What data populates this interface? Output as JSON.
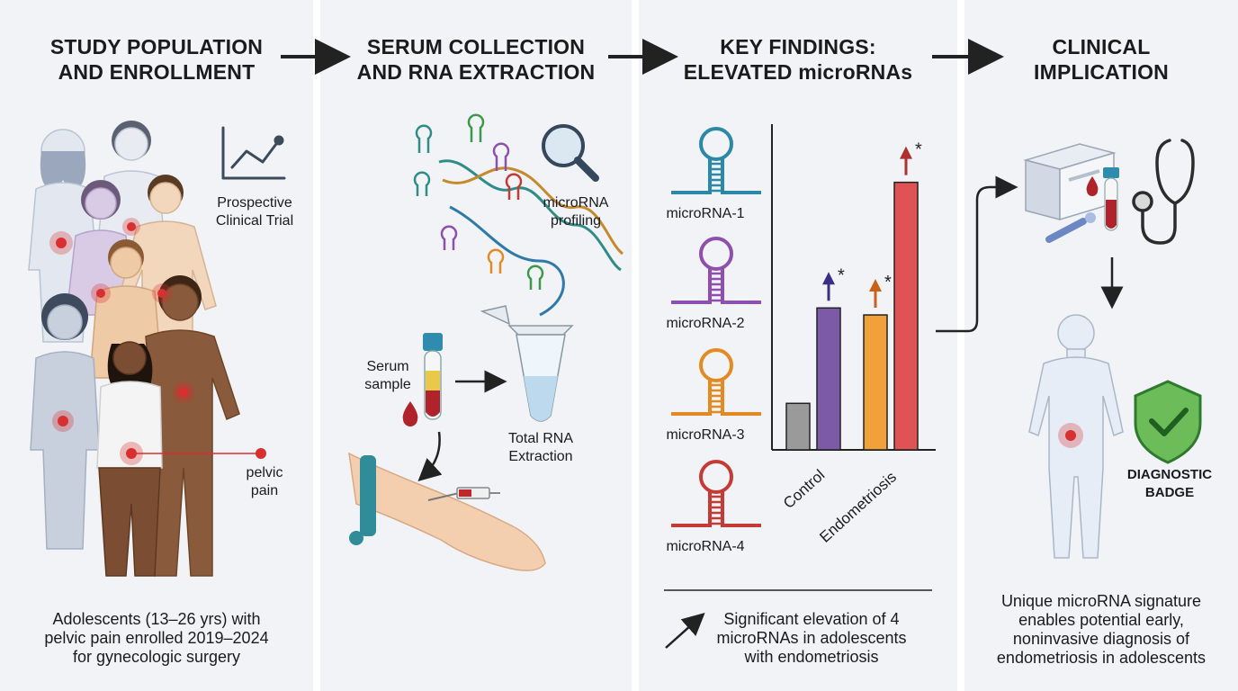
{
  "panels": [
    {
      "title": "STUDY POPULATION\nAND ENROLLMENT",
      "trial_label": "Prospective\nClinical Trial",
      "pain_label": "pelvic\npain",
      "caption": "Adolescents (13–26 yrs) with\npelvic pain enrolled 2019–2024\nfor gynecologic surgery"
    },
    {
      "title": "SERUM COLLECTION\nAND RNA EXTRACTION",
      "profiling_label": "microRNA\nprofiling",
      "serum_label": "Serum\nsample",
      "extraction_label": "Total RNA\nExtraction"
    },
    {
      "title": "KEY FINDINGS:\nELEVATED microRNAs",
      "mirna_labels": [
        "microRNA-1",
        "microRNA-2",
        "microRNA-3",
        "microRNA-4"
      ],
      "caption": "Significant elevation of 4\nmicroRNAs in adolescents\nwith endometriosis"
    },
    {
      "title": "CLINICAL\nIMPLICATION",
      "badge_label": "DIAGNOSTIC\nBADGE",
      "caption": "Unique microRNA signature\nenables potential early,\nnoninvasive diagnosis of\nendometriosis in adolescents"
    }
  ],
  "chart_data": {
    "type": "bar",
    "categories": [
      "Control",
      "Endometriosis"
    ],
    "bars": [
      {
        "category": "Control",
        "value": 1.0,
        "color": "#9a9a9a",
        "significant": false
      },
      {
        "category": "Control",
        "value": 3.05,
        "color": "#7d5aa8",
        "significant": true,
        "arrow_color": "#3a2f86"
      },
      {
        "category": "Endometriosis",
        "value": 2.9,
        "color": "#f0a13a",
        "significant": true,
        "arrow_color": "#c9611b"
      },
      {
        "category": "Endometriosis",
        "value": 5.75,
        "color": "#e05355",
        "significant": true,
        "arrow_color": "#b0302d"
      }
    ],
    "significance_marker": "*",
    "ylim": [
      0,
      7
    ],
    "colors": {
      "mirna1": "#2b88a8",
      "mirna2": "#8e4fae",
      "mirna3": "#e38a22",
      "mirna4": "#c63a36"
    }
  },
  "colors": {
    "pain": "#d83030",
    "arrow": "#222222",
    "badge": "#3a9a3a"
  }
}
